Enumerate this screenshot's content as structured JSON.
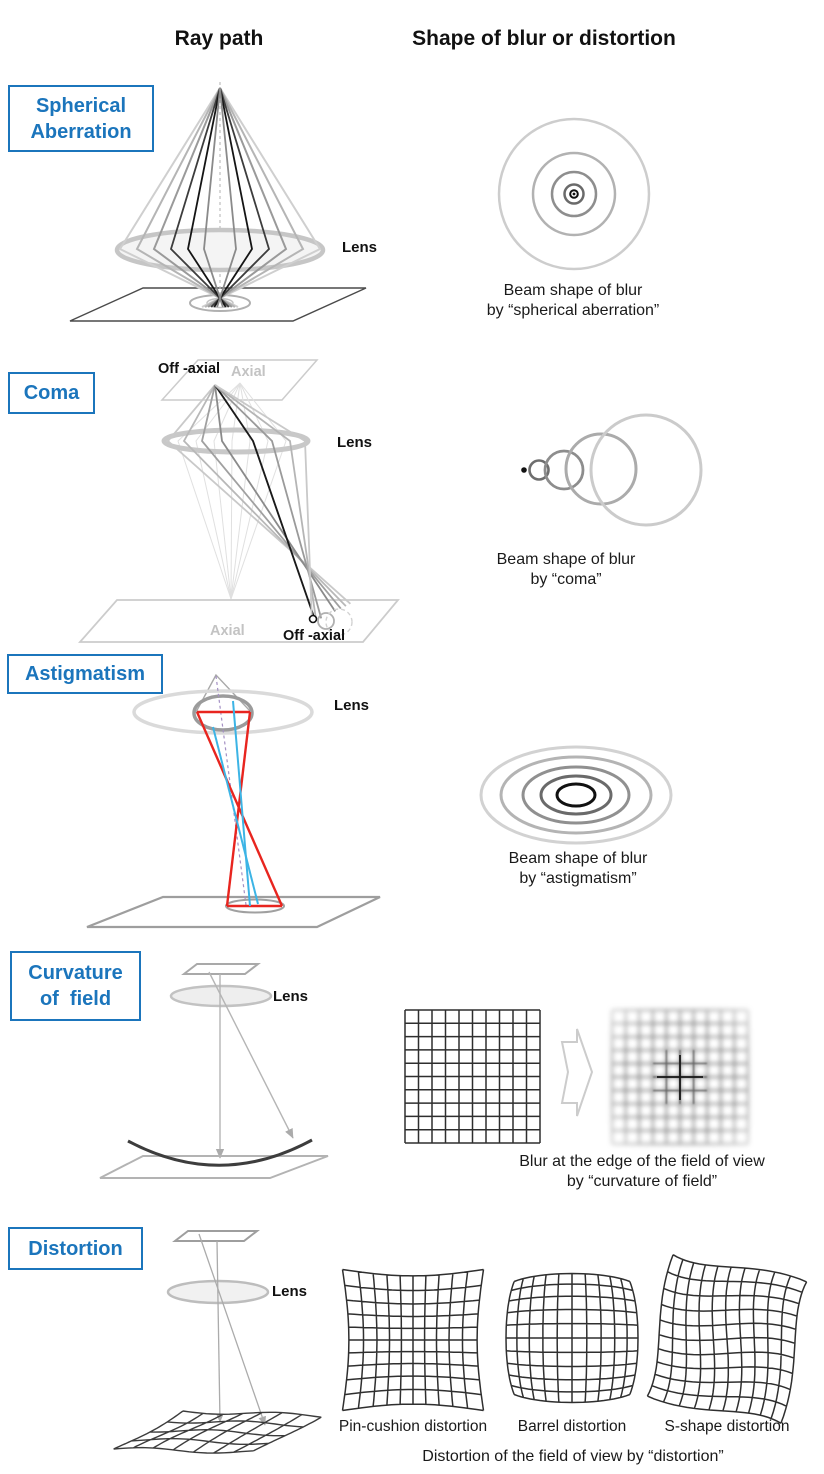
{
  "headers": {
    "ray_path": "Ray path",
    "blur_shape": "Shape of blur or distortion"
  },
  "sections": {
    "spherical": {
      "label_line1": "Spherical",
      "label_line2": "Aberration",
      "lens": "Lens",
      "caption_line1": "Beam shape of blur",
      "caption_line2": "by “spherical aberration”"
    },
    "coma": {
      "label": "Coma",
      "lens": "Lens",
      "off_axial_top": "Off -axial",
      "axial_top": "Axial",
      "axial_bottom": "Axial",
      "off_axial_bottom": "Off -axial",
      "caption_line1": "Beam shape of blur",
      "caption_line2": "by “coma”"
    },
    "astigmatism": {
      "label": "Astigmatism",
      "lens": "Lens",
      "caption_line1": "Beam shape of blur",
      "caption_line2": "by “astigmatism”"
    },
    "curvature": {
      "label_line1": "Curvature",
      "label_line2": "of  field",
      "lens": "Lens",
      "caption_line1": "Blur at the edge of the field of view",
      "caption_line2": "by “curvature of field”"
    },
    "distortion": {
      "label": "Distortion",
      "lens": "Lens",
      "grid_labels": [
        "Pin-cushion distortion",
        "Barrel distortion",
        "S-shape distortion"
      ],
      "caption": "Distortion of the field of view by “distortion”"
    }
  },
  "colors": {
    "accent_blue": "#1b75bc",
    "red": "#e8251f",
    "cyan": "#3cb4e5",
    "purple_dashed": "#a490c4"
  }
}
